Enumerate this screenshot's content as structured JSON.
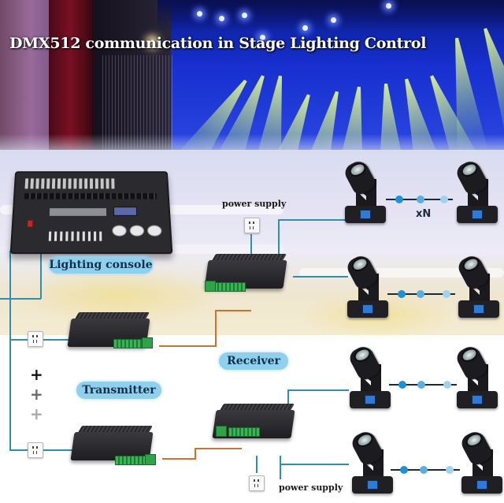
{
  "title": "DMX512 communication in Stage Lighting Control",
  "labels": {
    "lighting_console": "Lighting console",
    "receiver": "Receiver",
    "transmitter": "Transmitter",
    "power_supply_top": "power supply",
    "power_supply_bottom": "power supply",
    "multiplier": "xN"
  },
  "plus_signs": [
    "+",
    "+",
    "+"
  ],
  "colors": {
    "pill_background": "#8fd0ee",
    "wire_blue": "#2f8fb0",
    "wire_orange": "#c9742f",
    "chain_dot_1": "#1f8fd6",
    "chain_dot_2": "#5aaee0",
    "chain_dot_3": "#9fd2ee",
    "terminal_green": "#2fa24a",
    "stage_blue": "#1730d0",
    "beam_yellow": "#e6ff96"
  },
  "diagram": {
    "nodes": [
      {
        "id": "console",
        "label": "Lighting console",
        "type": "dmx-console"
      },
      {
        "id": "tx-top",
        "label": "Transmitter",
        "type": "converter",
        "powered_by": "socket-left-top"
      },
      {
        "id": "tx-bottom",
        "label": "Transmitter",
        "type": "converter",
        "powered_by": "socket-left-bottom"
      },
      {
        "id": "rx-top",
        "label": "Receiver",
        "type": "converter",
        "powered_by": "socket-power-supply-top"
      },
      {
        "id": "rx-bottom",
        "label": "Receiver",
        "type": "converter",
        "powered_by": "socket-power-supply-bottom"
      },
      {
        "id": "fixture-chain-1",
        "type": "moving-head-chain",
        "count": "xN"
      },
      {
        "id": "fixture-chain-2",
        "type": "moving-head-chain"
      },
      {
        "id": "fixture-chain-3",
        "type": "moving-head-chain"
      },
      {
        "id": "fixture-chain-4",
        "type": "moving-head-chain"
      }
    ],
    "edges": [
      {
        "from": "console",
        "to": "tx-top",
        "medium": "DMX (blue)"
      },
      {
        "from": "console",
        "to": "tx-bottom",
        "medium": "DMX (blue)"
      },
      {
        "from": "tx-top",
        "to": "rx-top",
        "medium": "link (orange)"
      },
      {
        "from": "tx-bottom",
        "to": "rx-bottom",
        "medium": "link (orange)"
      },
      {
        "from": "rx-top",
        "to": "fixture-chain-1",
        "medium": "DMX (blue)"
      },
      {
        "from": "rx-top",
        "to": "fixture-chain-2",
        "medium": "DMX (blue)"
      },
      {
        "from": "rx-bottom",
        "to": "fixture-chain-3",
        "medium": "DMX (blue)"
      },
      {
        "from": "rx-bottom",
        "to": "fixture-chain-4",
        "medium": "DMX (blue)"
      }
    ]
  }
}
